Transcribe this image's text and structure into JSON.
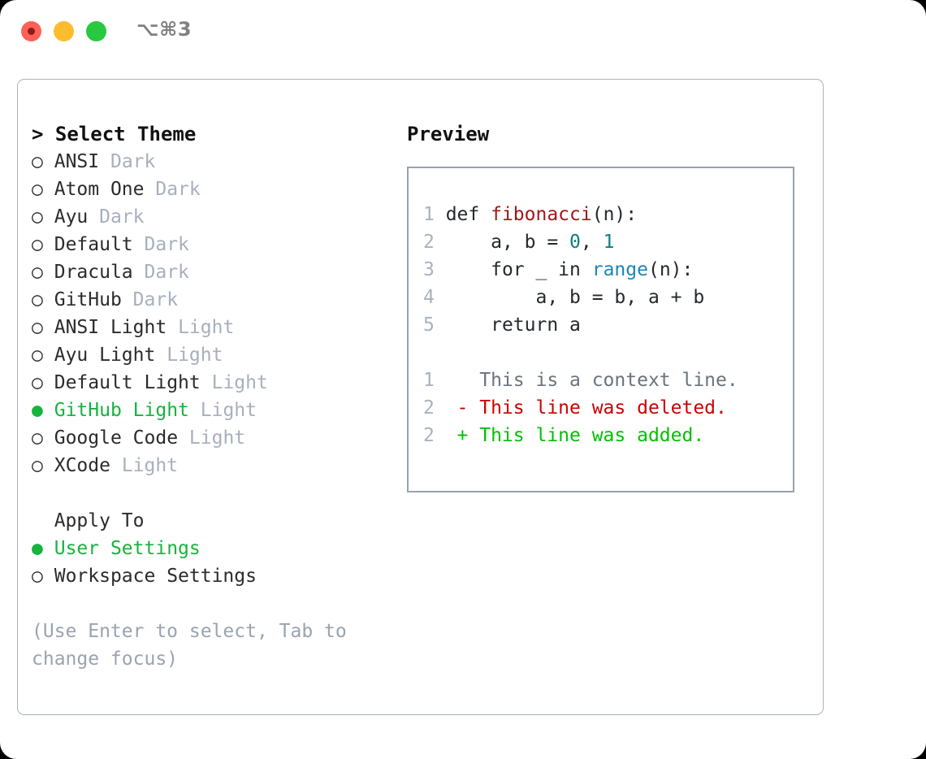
{
  "titlebar": {
    "shortcut": "⌥⌘3",
    "buttons": {
      "close": "close",
      "minimize": "minimize",
      "maximize": "maximize"
    }
  },
  "colors": {
    "accent_green": "#16b33f",
    "muted_gray": "#a7b0bc",
    "hint_gray": "#9aa3b0",
    "border": "#98a2b0",
    "panel_border": "#aab3c0",
    "code_fn": "#a41717",
    "code_num": "#0e7d80",
    "code_call": "#1a86b8",
    "diff_del": "#cc0000",
    "diff_add": "#00c000",
    "lineno": "#aab2bd"
  },
  "left": {
    "theme_header": "> Select Theme",
    "marker_unselected": "○",
    "marker_selected": "●",
    "themes": [
      {
        "name": "ANSI",
        "variant": "Dark",
        "selected": false
      },
      {
        "name": "Atom One",
        "variant": "Dark",
        "selected": false
      },
      {
        "name": "Ayu",
        "variant": "Dark",
        "selected": false
      },
      {
        "name": "Default",
        "variant": "Dark",
        "selected": false
      },
      {
        "name": "Dracula",
        "variant": "Dark",
        "selected": false
      },
      {
        "name": "GitHub",
        "variant": "Dark",
        "selected": false
      },
      {
        "name": "ANSI Light",
        "variant": "Light",
        "selected": false
      },
      {
        "name": "Ayu Light",
        "variant": "Light",
        "selected": false
      },
      {
        "name": "Default Light",
        "variant": "Light",
        "selected": false
      },
      {
        "name": "GitHub Light",
        "variant": "Light",
        "selected": true
      },
      {
        "name": "Google Code",
        "variant": "Light",
        "selected": false
      },
      {
        "name": "XCode",
        "variant": "Light",
        "selected": false
      }
    ],
    "apply_header": "  Apply To",
    "apply_options": [
      {
        "name": "User Settings",
        "selected": true
      },
      {
        "name": "Workspace Settings",
        "selected": false
      }
    ],
    "hint": "(Use Enter to select, Tab to change focus)"
  },
  "right": {
    "preview_title": "Preview",
    "code_lines": [
      {
        "no": "1",
        "tokens": [
          {
            "t": "def ",
            "c": "kw"
          },
          {
            "t": "fibonacci",
            "c": "fn"
          },
          {
            "t": "(n):",
            "c": "plain"
          }
        ]
      },
      {
        "no": "2",
        "tokens": [
          {
            "t": "    a, b = ",
            "c": "plain"
          },
          {
            "t": "0",
            "c": "num"
          },
          {
            "t": ", ",
            "c": "plain"
          },
          {
            "t": "1",
            "c": "num"
          }
        ]
      },
      {
        "no": "3",
        "tokens": [
          {
            "t": "    for _ in ",
            "c": "plain"
          },
          {
            "t": "range",
            "c": "call"
          },
          {
            "t": "(n):",
            "c": "plain"
          }
        ]
      },
      {
        "no": "4",
        "tokens": [
          {
            "t": "        a, b = b, a + b",
            "c": "plain"
          }
        ]
      },
      {
        "no": "5",
        "tokens": [
          {
            "t": "    return a",
            "c": "plain"
          }
        ]
      }
    ],
    "diff_lines": [
      {
        "no": "1",
        "prefix": "  ",
        "text": "This is a context line.",
        "kind": "ctx"
      },
      {
        "no": "2",
        "prefix": "- ",
        "text": "This line was deleted.",
        "kind": "del"
      },
      {
        "no": "2",
        "prefix": "+ ",
        "text": "This line was added.",
        "kind": "add"
      }
    ]
  }
}
